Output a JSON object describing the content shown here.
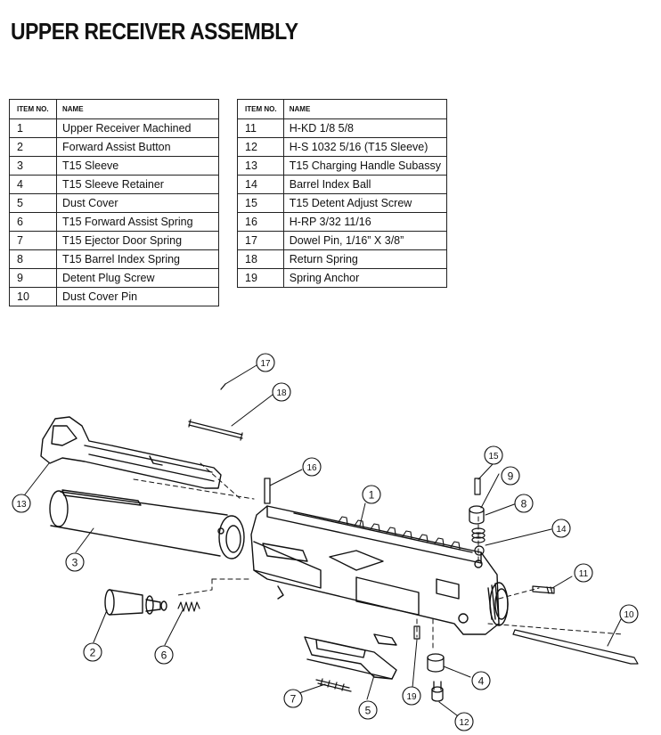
{
  "title": "UPPER RECEIVER ASSEMBLY",
  "table_left": {
    "header": {
      "item": "ITEM NO.",
      "name": "NAME"
    },
    "rows": [
      {
        "item": "1",
        "name": "Upper Receiver Machined"
      },
      {
        "item": "2",
        "name": "Forward Assist Button"
      },
      {
        "item": "3",
        "name": "T15 Sleeve"
      },
      {
        "item": "4",
        "name": "T15 Sleeve Retainer"
      },
      {
        "item": "5",
        "name": "Dust Cover"
      },
      {
        "item": "6",
        "name": "T15 Forward Assist Spring"
      },
      {
        "item": "7",
        "name": "T15 Ejector Door Spring"
      },
      {
        "item": "8",
        "name": "T15 Barrel Index Spring"
      },
      {
        "item": "9",
        "name": "Detent Plug Screw"
      },
      {
        "item": "10",
        "name": "Dust Cover Pin"
      }
    ]
  },
  "table_right": {
    "header": {
      "item": "ITEM NO.",
      "name": "NAME"
    },
    "rows": [
      {
        "item": "11",
        "name": "H-KD 1/8 5/8"
      },
      {
        "item": "12",
        "name": "H-S 1032 5/16 (T15 Sleeve)"
      },
      {
        "item": "13",
        "name": "T15 Charging Handle Subassy"
      },
      {
        "item": "14",
        "name": "Barrel Index Ball"
      },
      {
        "item": "15",
        "name": "T15 Detent Adjust Screw"
      },
      {
        "item": "16",
        "name": "H-RP 3/32 11/16"
      },
      {
        "item": "17",
        "name": "Dowel Pin, 1/16” X 3/8”"
      },
      {
        "item": "18",
        "name": "Return Spring"
      },
      {
        "item": "19",
        "name": "Spring Anchor"
      }
    ]
  },
  "callouts": {
    "c1": "1",
    "c2": "2",
    "c3": "3",
    "c4": "4",
    "c5": "5",
    "c6": "6",
    "c7": "7",
    "c8": "8",
    "c9": "9",
    "c10": "10",
    "c11": "11",
    "c12": "12",
    "c13": "13",
    "c14": "14",
    "c15": "15",
    "c16": "16",
    "c17": "17",
    "c18": "18",
    "c19": "19"
  }
}
